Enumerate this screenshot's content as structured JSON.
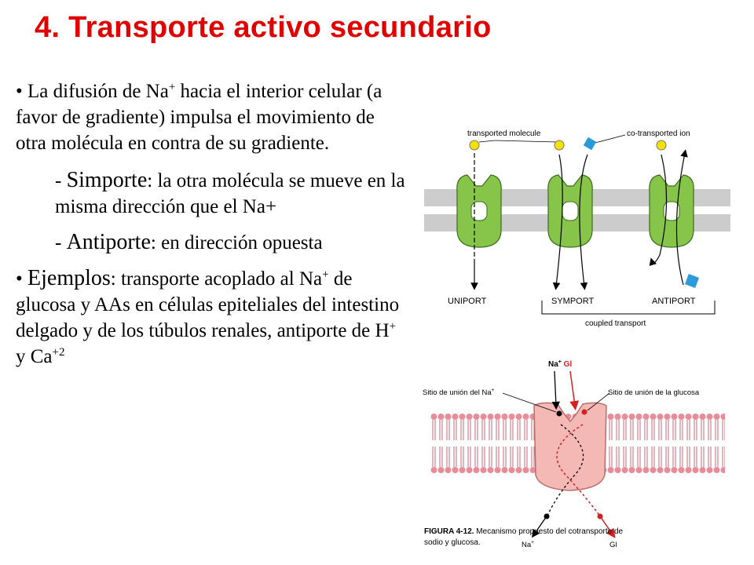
{
  "title": "4. Transporte activo secundario",
  "bullet1": {
    "marker": "•",
    "text_a": " La difusión de Na",
    "sup_a": "+",
    "text_b": " hacia el interior celular (a favor de gradiente) impulsa el movimiento de otra molécula en contra de su gradiente."
  },
  "simporte": {
    "dash": "- ",
    "term": "Simporte",
    "colon": ":",
    "desc": " la otra molécula se mueve en la misma dirección que el Na+"
  },
  "antiporte": {
    "dash": "- ",
    "term": "Antiporte",
    "colon": ":",
    "desc": " en dirección opuesta"
  },
  "examples": {
    "marker": "•",
    "term": "Ejemplos",
    "colon": ":",
    "text_a": " transporte acoplado al Na",
    "sup_a": "+",
    "text_b": " de glucosa y AAs en células epiteliales del intestino delgado y de los túbulos renales,  antiporte de H",
    "sup_b": "+",
    "text_c": " y Ca",
    "sup_c": "+2"
  },
  "figure1": {
    "label_transported": "transported molecule",
    "label_cotransported": "co-transported ion",
    "label_uniport": "UNIPORT",
    "label_symport": "SYMPORT",
    "label_antiport": "ANTIPORT",
    "label_coupled": "coupled transport"
  },
  "figure2": {
    "label_na_gl_na": "Na",
    "label_na_gl_sup": "+",
    "label_na_gl_gl": " Gl",
    "label_na_site": "Sitio de unión del Na",
    "label_na_site_sup": "+",
    "label_glucose_site": "Sitio de unión de la glucosa",
    "label_na_bottom": "Na",
    "label_na_bottom_sup": "+",
    "label_gl_bottom": "Gl",
    "caption_fig": "FIGURA 4-12.",
    "caption_text_1": " Mecanismo propuesto del cotransporte de",
    "caption_text_2": "sodio y glucosa."
  },
  "colors": {
    "title": "#e00000",
    "membrane_gray": "#cccccc",
    "carrier_green": "#86c54a",
    "molecule_yellow": "#f5e100",
    "ion_blue": "#2a9ad9",
    "lipid_pink": "#e98c9a",
    "protein_pink": "#f4b8b5",
    "arrow_red": "#d42020"
  }
}
